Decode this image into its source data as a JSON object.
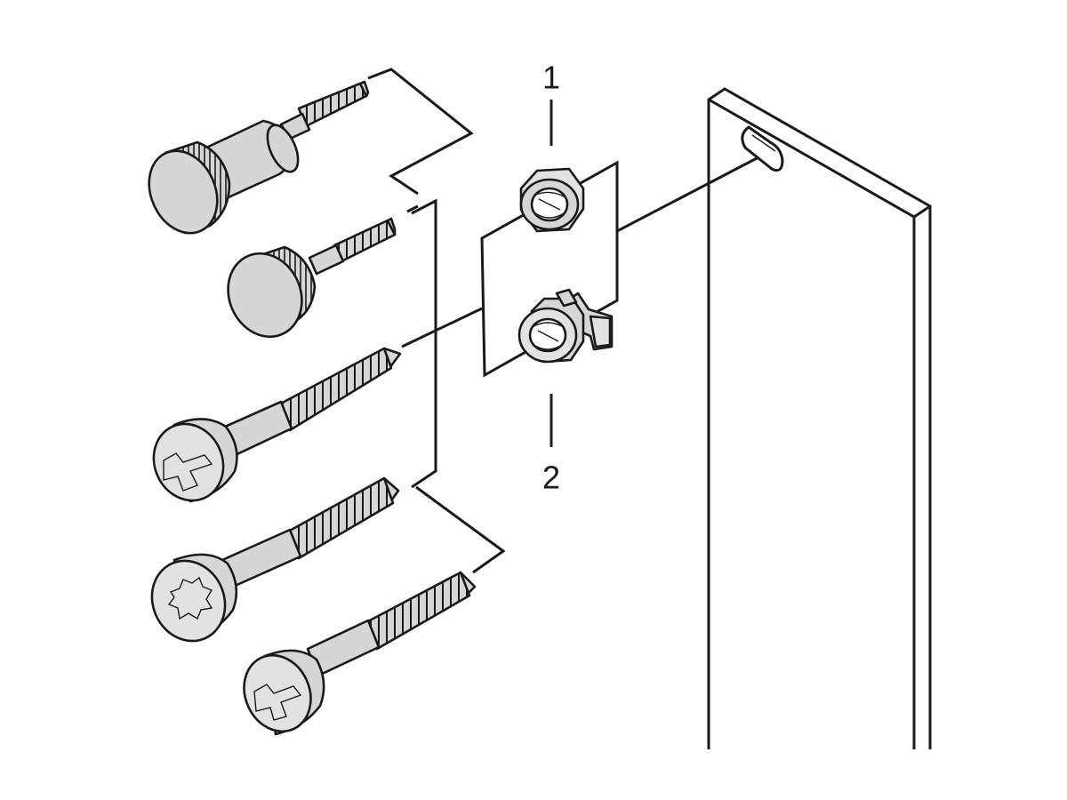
{
  "callouts": [
    {
      "id": "1",
      "label": "1"
    },
    {
      "id": "2",
      "label": "2"
    }
  ],
  "parts": {
    "thumb_screws": [
      "thumb-screw-large",
      "thumb-screw-small"
    ],
    "tapping_screws": [
      "pan-head-screw-pozidriv",
      "pan-head-screw-torx",
      "pan-head-screw-pozidriv-short"
    ],
    "nuts": [
      "cage-nut",
      "clip-nut"
    ]
  },
  "colors": {
    "line": "#1a1a1a",
    "part_fill": "#d6d6d6",
    "background": "#ffffff"
  }
}
